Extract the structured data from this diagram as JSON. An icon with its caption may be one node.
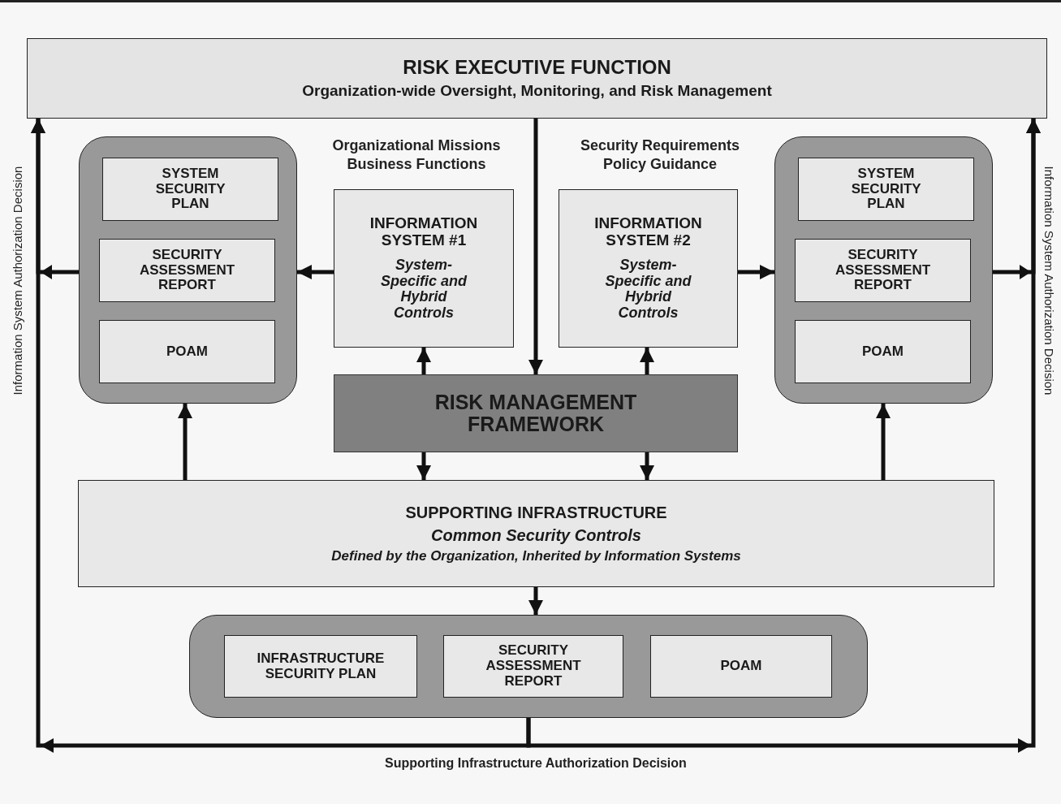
{
  "diagram": {
    "nodes": [
      {
        "text": [
          "RISK EXECUTIVE FUNCTION",
          "Organization-wide Oversight, Monitoring, and Risk Management"
        ]
      },
      {
        "text": [],
        "shape": "box"
      },
      {
        "text": [
          "SYSTEM SECURITY PLAN"
        ],
        "in": 1
      },
      {
        "text": [
          "SECURITY ASSESSMENT REPORT"
        ],
        "in": 1
      },
      {
        "text": [
          "POAM"
        ],
        "in": 1
      },
      {
        "text": [
          "INFORMATION SYSTEM #1",
          "System- Specific and Hybrid Controls"
        ]
      },
      {
        "text": [
          "INFORMATION SYSTEM #2",
          "System- Specific and Hybrid Controls"
        ]
      },
      {
        "text": [],
        "shape": "box"
      },
      {
        "text": [
          "SYSTEM SECURITY PLAN"
        ],
        "in": 7
      },
      {
        "text": [
          "SECURITY ASSESSMENT REPORT"
        ],
        "in": 7
      },
      {
        "text": [
          "POAM"
        ],
        "in": 7
      },
      {
        "text": [
          "RISK MANAGEMENT FRAMEWORK"
        ]
      },
      {
        "text": [
          "SUPPORTING INFRASTRUCTURE",
          "Common Security Controls",
          "Defined by the Organization, Inherited by Information Systems"
        ]
      },
      {
        "text": [],
        "shape": "box"
      },
      {
        "text": [
          "INFRASTRUCTURE SECURITY PLAN"
        ],
        "in": 13
      },
      {
        "text": [
          "SECURITY ASSESSMENT REPORT"
        ],
        "in": 13
      },
      {
        "text": [
          "POAM"
        ],
        "in": 13
      }
    ],
    "edges": [
      {
        "from": 0,
        "to": 11,
        "arrow": "to"
      },
      {
        "from": 5,
        "to": 1,
        "arrow": "to"
      },
      {
        "from": 6,
        "to": 7,
        "arrow": "to"
      },
      {
        "from": 11,
        "to": 5,
        "arrow": "to"
      },
      {
        "from": 11,
        "to": 6,
        "arrow": "to"
      },
      {
        "from": 11,
        "to": 12,
        "arrow": "to"
      },
      {
        "from": 11,
        "to": 12,
        "arrow": "to"
      },
      {
        "from": 12,
        "to": 1,
        "arrow": "to"
      },
      {
        "from": 12,
        "to": 7,
        "arrow": "to"
      },
      {
        "from": 1,
        "to": 0,
        "arrow": "to",
        "label": "Information System Authorization Decision"
      },
      {
        "from": 7,
        "to": 0,
        "arrow": "to",
        "label": "Information System Authorization Decision"
      },
      {
        "from": 12,
        "to": 13,
        "arrow": "to"
      },
      {
        "from": 13,
        "to": 0,
        "arrow": "to",
        "label": "Supporting Infrastructure Authorization Decision"
      },
      {
        "from": 13,
        "to": 0,
        "arrow": "to"
      }
    ],
    "labels": [
      "Organizational Missions Business Functions",
      "Security Requirements Policy Guidance"
    ]
  }
}
